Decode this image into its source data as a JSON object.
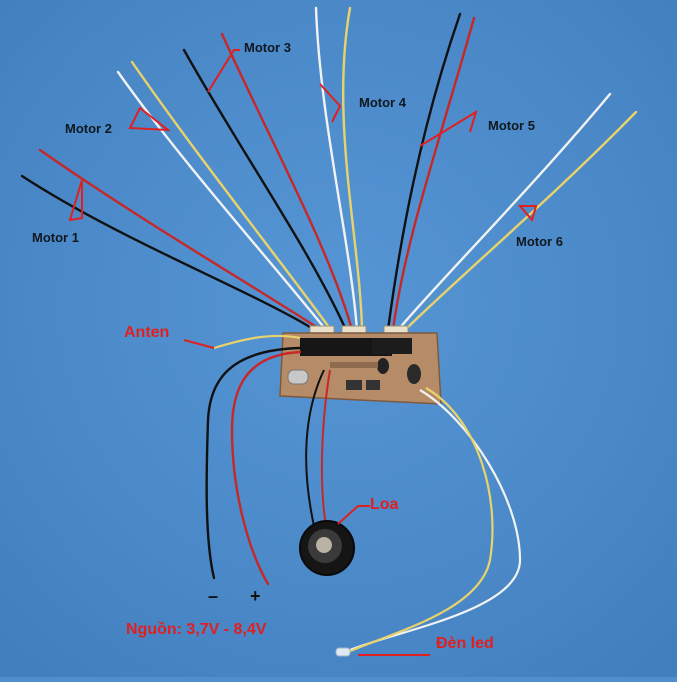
{
  "labels": {
    "motor1": "Motor 1",
    "motor2": "Motor 2",
    "motor3": "Motor 3",
    "motor4": "Motor 4",
    "motor5": "Motor 5",
    "motor6": "Motor 6",
    "antenna": "Anten",
    "speaker": "Loa",
    "power": "Nguồn: 3,7V - 8,4V",
    "led": "Đèn led",
    "minus": "–",
    "plus": "+"
  },
  "colors": {
    "background": "#4f8fd0",
    "annotation": "#e02020",
    "pcb": "#b58b68",
    "wire_red": "#c62828",
    "wire_black": "#111111",
    "wire_white": "#f2f2f2",
    "wire_yellow": "#e8d36b"
  }
}
